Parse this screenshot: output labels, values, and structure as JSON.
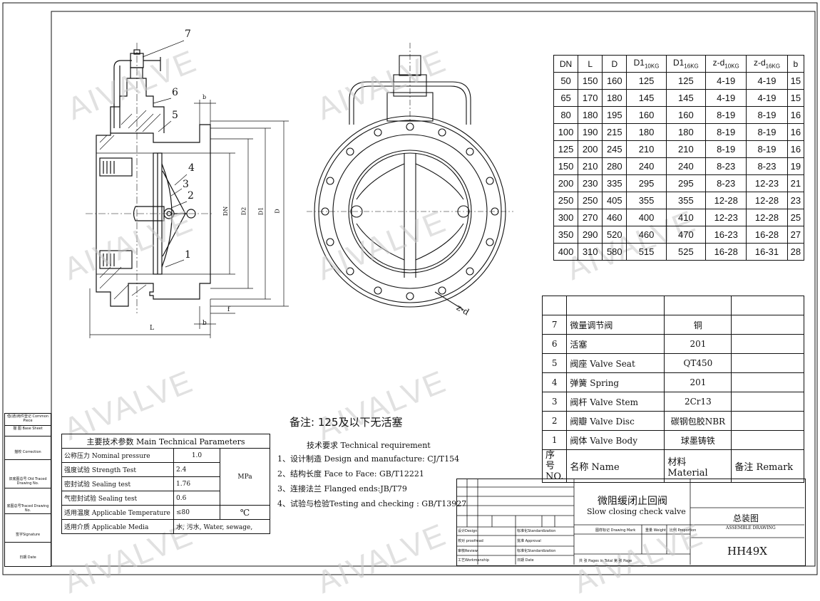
{
  "watermark": "AIVALVE",
  "part_numbers": [
    "7",
    "6",
    "5",
    "4",
    "3",
    "2",
    "1"
  ],
  "dim_labels": {
    "L": "L",
    "b": "b",
    "b2": "b",
    "f": "f",
    "DN": "DN",
    "D2": "D2",
    "D1": "D1",
    "D": "D",
    "zd": "z-d"
  },
  "dim_table": {
    "headers": [
      "DN",
      "L",
      "D",
      "D1",
      "10KG",
      "D1",
      "16KG",
      "z-d",
      "10KG",
      "z-d",
      "16KG",
      "b"
    ],
    "rows": [
      [
        "50",
        "150",
        "160",
        "125",
        "125",
        "4-19",
        "4-19",
        "15"
      ],
      [
        "65",
        "170",
        "180",
        "145",
        "145",
        "4-19",
        "4-19",
        "15"
      ],
      [
        "80",
        "180",
        "195",
        "160",
        "160",
        "8-19",
        "8-19",
        "16"
      ],
      [
        "100",
        "190",
        "215",
        "180",
        "180",
        "8-19",
        "8-19",
        "16"
      ],
      [
        "125",
        "200",
        "245",
        "210",
        "210",
        "8-19",
        "8-19",
        "16"
      ],
      [
        "150",
        "210",
        "280",
        "240",
        "240",
        "8-23",
        "8-23",
        "19"
      ],
      [
        "200",
        "230",
        "335",
        "295",
        "295",
        "8-23",
        "12-23",
        "21"
      ],
      [
        "250",
        "250",
        "405",
        "355",
        "355",
        "12-28",
        "12-28",
        "23"
      ],
      [
        "300",
        "270",
        "460",
        "400",
        "410",
        "12-23",
        "12-28",
        "25"
      ],
      [
        "350",
        "290",
        "520",
        "460",
        "470",
        "16-23",
        "16-28",
        "27"
      ],
      [
        "400",
        "310",
        "580",
        "515",
        "525",
        "16-28",
        "16-31",
        "28"
      ]
    ]
  },
  "parts_table": {
    "rows": [
      {
        "no": "7",
        "name": "微量调节阀",
        "material": "铜"
      },
      {
        "no": "6",
        "name": "活塞",
        "material": "201"
      },
      {
        "no": "5",
        "name": "阀座 Valve Seat",
        "material": "QT450"
      },
      {
        "no": "4",
        "name": "弹簧 Spring",
        "material": "201"
      },
      {
        "no": "3",
        "name": "阀杆 Valve Stem",
        "material": "2Cr13"
      },
      {
        "no": "2",
        "name": "阀瓣 Valve Disc",
        "material": "碳钢包胶NBR"
      },
      {
        "no": "1",
        "name": "阀体 Valve Body",
        "material": "球墨铸铁"
      }
    ],
    "header": {
      "no": "序号",
      "no2": "NO.",
      "name": "名称 Name",
      "material": "材料 Material",
      "remark": "备注 Remark"
    }
  },
  "note": "备注:  125及以下无活塞",
  "params": {
    "title": "主要技术参数 Main Technical Parameters",
    "rows": [
      {
        "label": "公称压力 Nominal pressure",
        "value": "1.0"
      },
      {
        "label": "强度试验 Strength Test",
        "value": "2.4"
      },
      {
        "label": "密封试验 Sealing test",
        "value": "1.76"
      },
      {
        "label": "气密封试验 Sealing test",
        "value": "0.6"
      },
      {
        "label": "适用温度 Applicable Temperature",
        "value": "≤80"
      },
      {
        "label": "适用介质 Applicable Media",
        "value": "水, 污水, Water, sewage,"
      }
    ],
    "unit_mpa": "MPa",
    "unit_c": "℃"
  },
  "requirements": {
    "title": "技术要求    Technical requirement",
    "items": [
      "1、设计制造 Design and manufacture: CJ/T154",
      "2、结构长度 Face to Face: GB/T12221",
      "3、连接法兰 Flanged ends:JB/T79",
      "4、试验与检验Testing and checking : GB/T13927"
    ]
  },
  "left_strip": [
    "借(通)用件登记 Common Piece",
    "描 图 Base Sheet",
    "描校 Correction",
    "旧底图总号 Old Traced Drawing No.",
    "底图总号Traced Drawing No.",
    "签字Signature",
    "日期 Date"
  ],
  "title_block": {
    "name_cn": "微阻缓闭止回阀",
    "name_en": "Slow closing check valve",
    "drawing_cn": "总装图",
    "drawing_en": "ASSEMBLE DRAWING",
    "model": "HH49X",
    "rows_left": [
      "设计Design",
      "校对 proofread",
      "审核Review",
      "工艺Workmanship"
    ],
    "rows_mid": [
      "标准化Standardization",
      "批准 Approval",
      "标准化Standardization",
      "日期 Date"
    ],
    "stage_labels": [
      "图样标记 Drawing Mark",
      "重量 Weight",
      "比例 Proportion"
    ],
    "sheet": "共  张 Pages in Total   第  张 Page"
  }
}
